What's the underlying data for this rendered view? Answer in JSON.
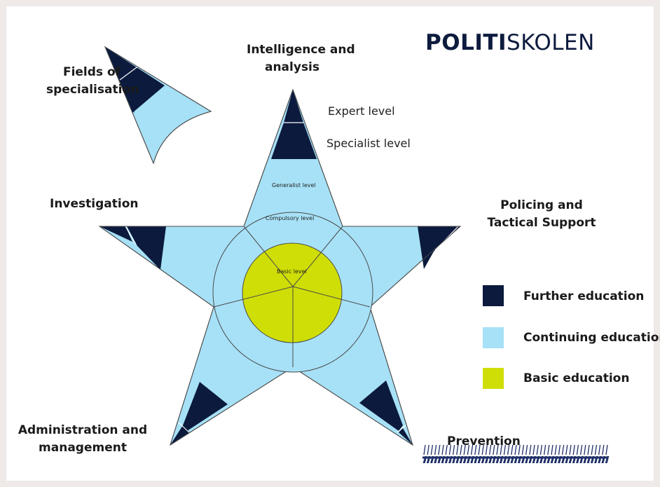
{
  "logo": {
    "bold": "POLITI",
    "regular": "SKOLEN"
  },
  "colors": {
    "further": "#0b1a3d",
    "continuing": "#a7e1f7",
    "basic": "#cfde07",
    "outline": "#4a4a4a",
    "prevention_bar": "#1f3068"
  },
  "labels": {
    "fields_line1": "Fields of",
    "fields_line2": "specialisation",
    "intelligence_line1": "Intelligence and",
    "intelligence_line2": "analysis",
    "investigation": "Investigation",
    "policing_line1": "Policing and",
    "policing_line2": "Tactical Support",
    "administration_line1": "Administration and",
    "administration_line2": "management",
    "prevention": "Prevention"
  },
  "levels": {
    "expert": "Expert level",
    "specialist": "Specialist level",
    "generalist": "Generalist level",
    "compulsory": "Compulsory level",
    "basic": "Basic level"
  },
  "legend": [
    {
      "label": "Further education",
      "color": "#0b1a3d"
    },
    {
      "label": "Continuing education",
      "color": "#a7e1f7"
    },
    {
      "label": "Basic education",
      "color": "#cfde07"
    }
  ]
}
